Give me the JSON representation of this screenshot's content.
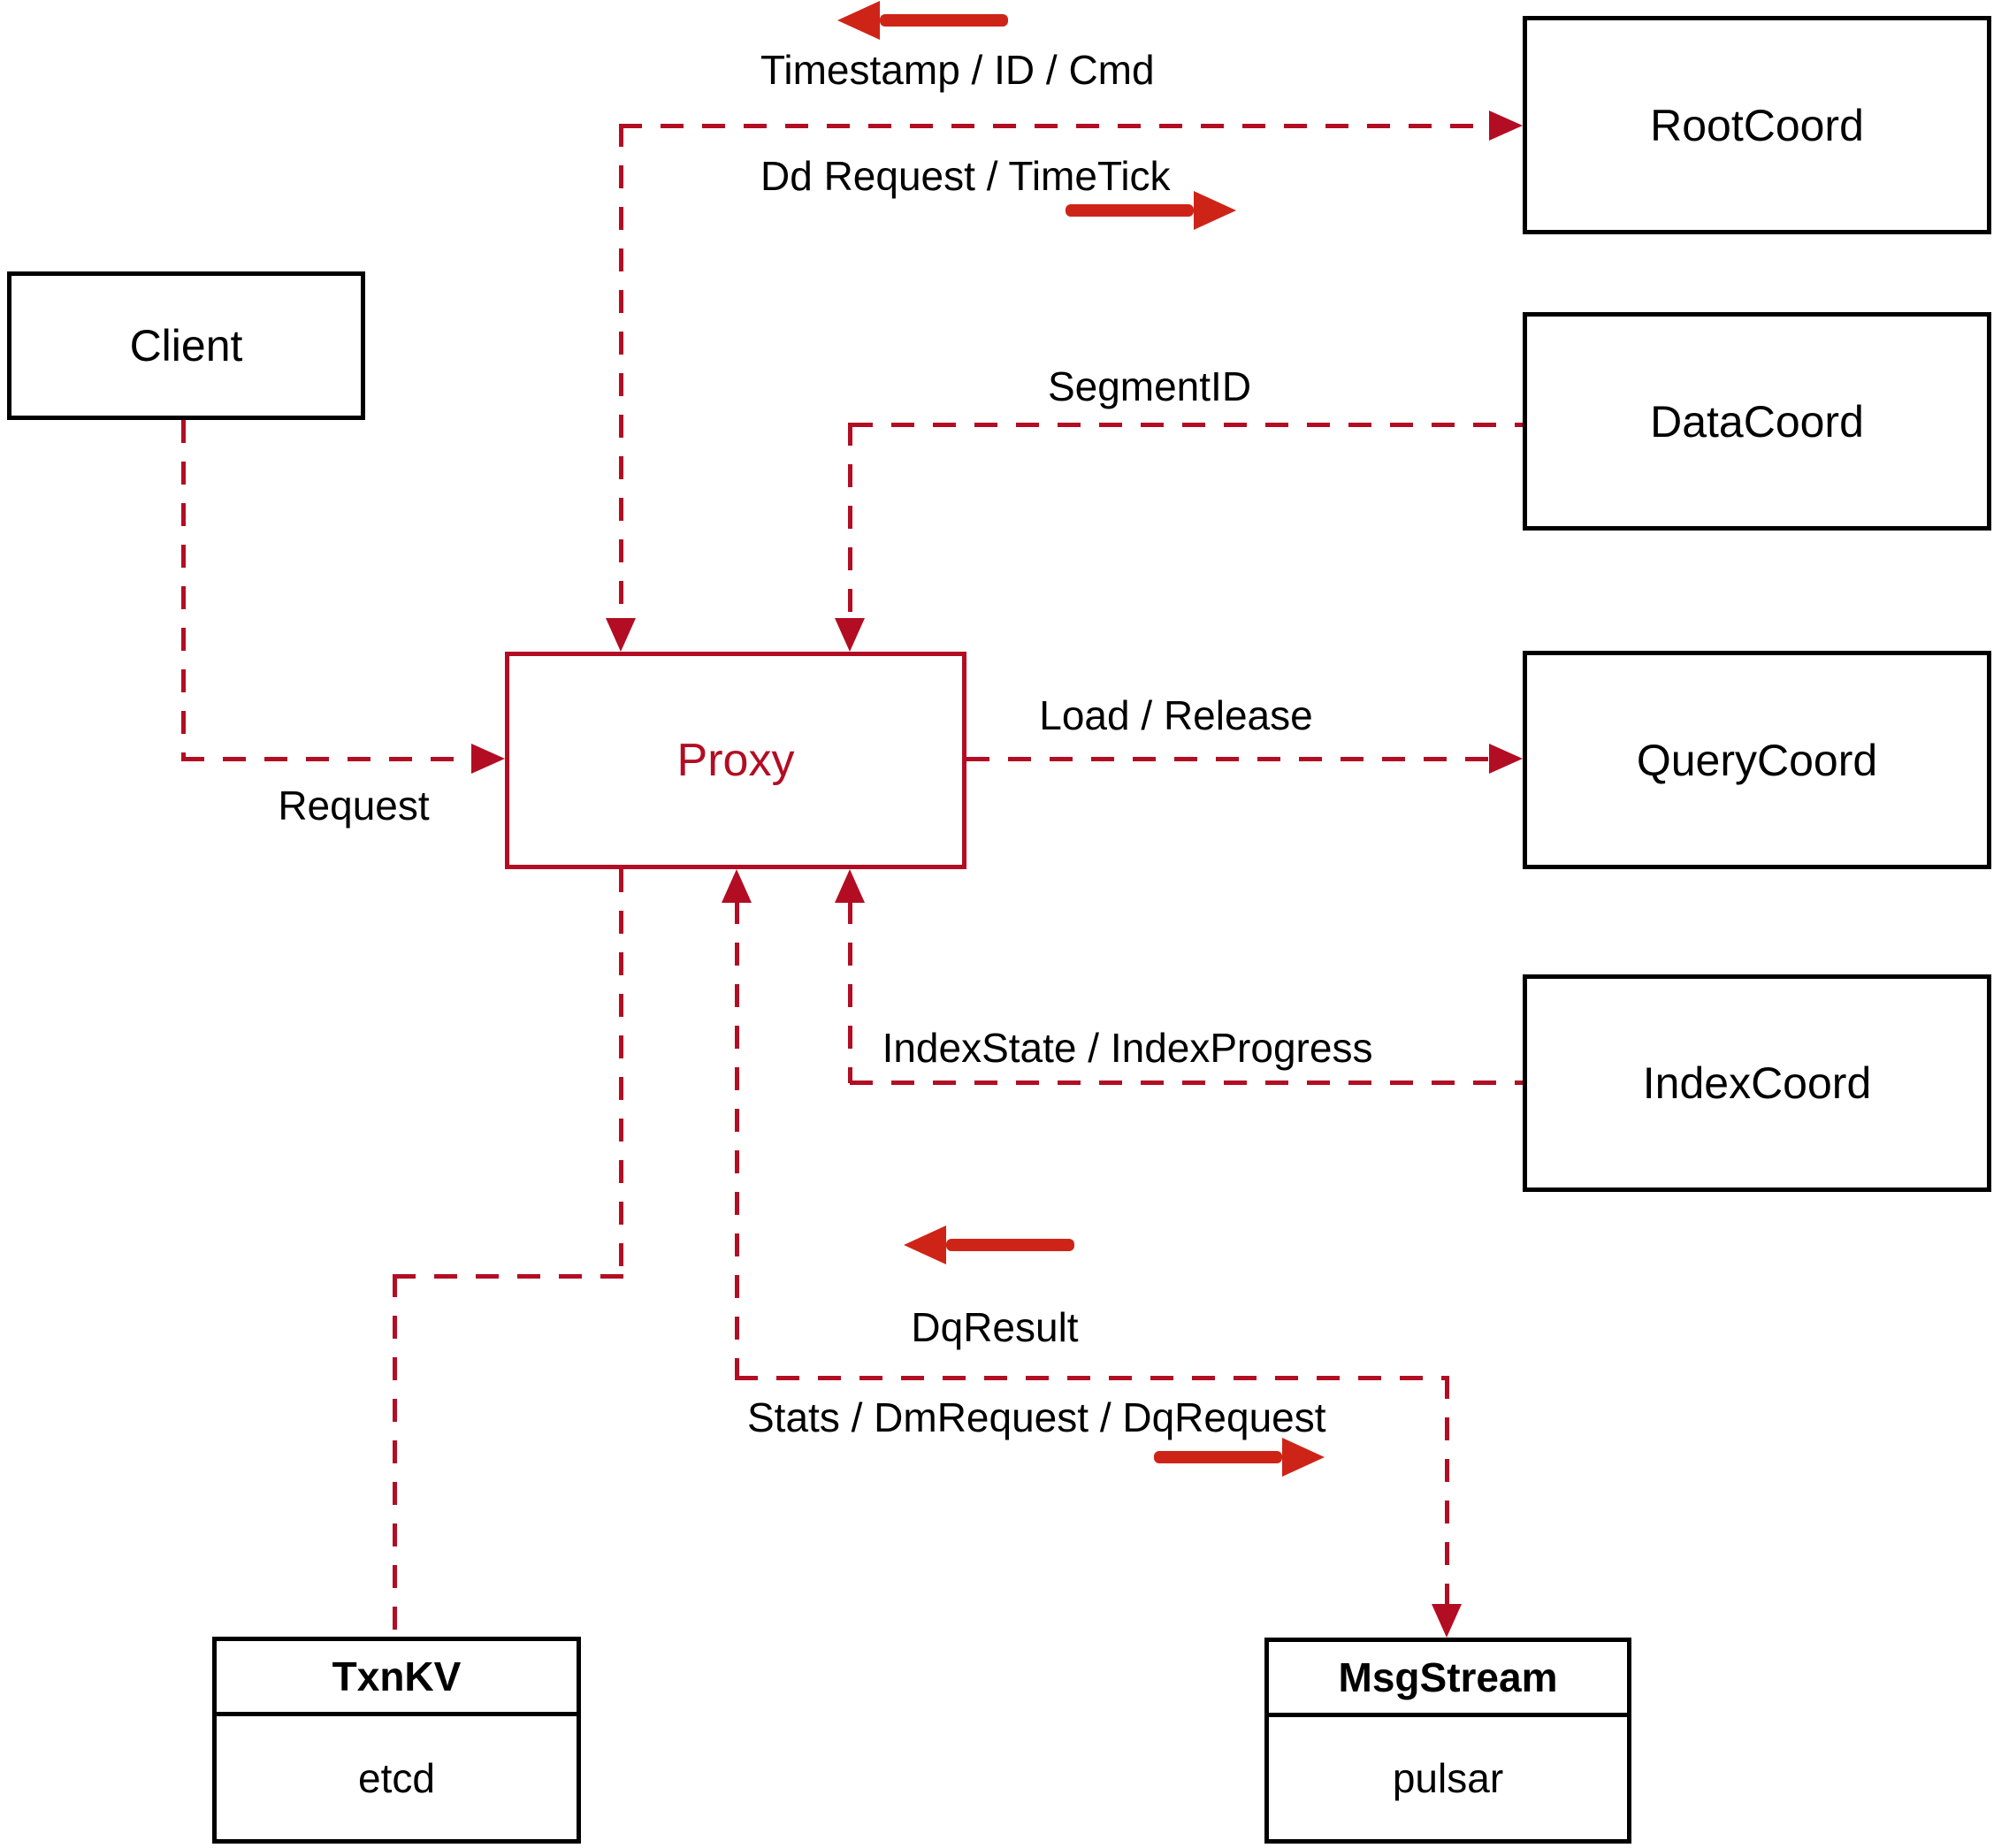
{
  "diagram": {
    "nodes": {
      "client": "Client",
      "proxy": "Proxy",
      "root_coord": "RootCoord",
      "data_coord": "DataCoord",
      "query_coord": "QueryCoord",
      "index_coord": "IndexCoord",
      "txn_kv": {
        "title": "TxnKV",
        "body": "etcd"
      },
      "msg_stream": {
        "title": "MsgStream",
        "body": "pulsar"
      }
    },
    "edge_labels": {
      "timestamp": "Timestamp / ID / Cmd",
      "dd_request": "Dd Request / TimeTick",
      "segment_id": "SegmentID",
      "request": "Request",
      "load_release": "Load / Release",
      "index_state": "IndexState / IndexProgress",
      "dq_result": "DqResult",
      "stats": "Stats / DmRequest / DqRequest"
    },
    "colors": {
      "dashed_line": "#b30d23",
      "solid_arrow": "#ce2418",
      "node_border": "#000000",
      "proxy_accent": "#b30d23",
      "text": "#000000",
      "background": "#ffffff"
    }
  }
}
